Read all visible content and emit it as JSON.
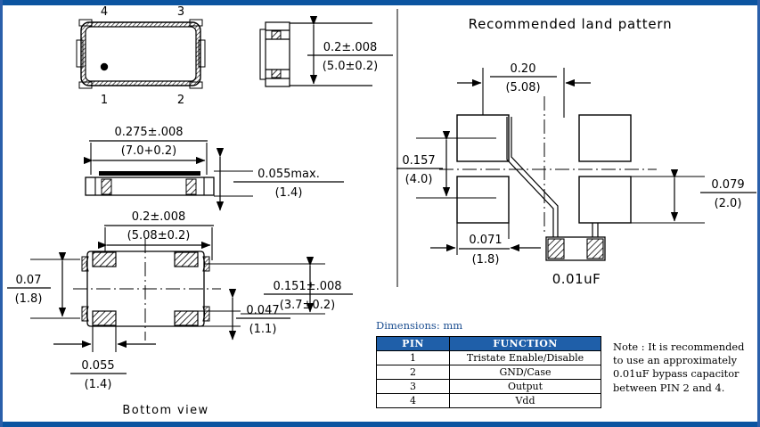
{
  "document": {
    "frame_color": "#0b54a0",
    "divider_color": "#808080"
  },
  "left_panel": {
    "top_view": {
      "pin_labels": {
        "p4": "4",
        "p3": "3",
        "p1": "1",
        "p2": "2"
      }
    },
    "end_view": {
      "width_dim_top": "0.2±.008",
      "width_dim_bottom": "(5.0±0.2)"
    },
    "side_view": {
      "length_dim_top": "0.275±.008",
      "length_dim_bottom": "(7.0+0.2)",
      "height_dim_top": "0.055max.",
      "height_dim_bottom": "(1.4)"
    },
    "bottom_view": {
      "label": "Bottom view",
      "pad_pitch_x_top": "0.2±.008",
      "pad_pitch_x_bottom": "(5.08±0.2)",
      "pad_pitch_y_top": "0.07",
      "pad_pitch_y_bottom": "(1.8)",
      "body_width_top": "0.151±.008",
      "body_width_bottom": "(3.7±0.2)",
      "pad_height_top": "0.047",
      "pad_height_bottom": "(1.1)",
      "pad_width_top": "0.055",
      "pad_width_bottom": "(1.4)"
    }
  },
  "right_panel": {
    "title": "Recommended  land  pattern",
    "pitch_x_top": "0.20",
    "pitch_x_bottom": "(5.08)",
    "pitch_y_top": "0.157",
    "pitch_y_bottom": "(4.0)",
    "pad_height_top": "0.079",
    "pad_height_bottom": "(2.0)",
    "pad_width_top": "0.071",
    "pad_width_bottom": "(1.8)",
    "capacitor_label": "0.01uF"
  },
  "legend": {
    "dimensions_note": "Dimensions: mm",
    "accent_color": "#1d4f91"
  },
  "pin_table": {
    "header_bg": "#1f5fa9",
    "columns": [
      "PIN",
      "FUNCTION"
    ],
    "rows": [
      {
        "pin": "1",
        "function": "Tristate Enable/Disable"
      },
      {
        "pin": "2",
        "function": "GND/Case"
      },
      {
        "pin": "3",
        "function": "Output"
      },
      {
        "pin": "4",
        "function": "Vdd"
      }
    ]
  },
  "note": {
    "lines": [
      "Note : It is recommended",
      "to use an approximately",
      "0.01uF bypass capacitor",
      "between PIN 2 and 4."
    ]
  }
}
